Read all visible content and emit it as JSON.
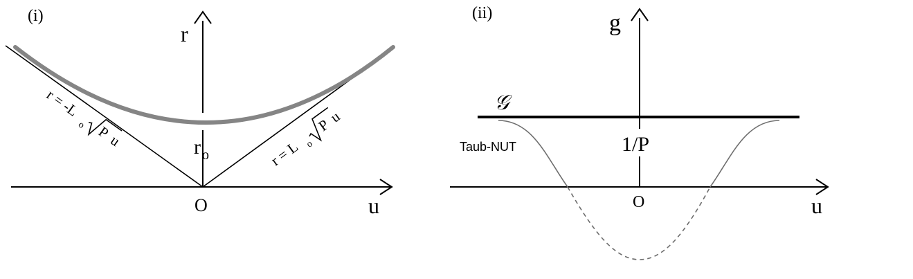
{
  "panel_i": {
    "label": "(i)",
    "axis_x_label": "u",
    "axis_y_label": "r",
    "origin_label": "O",
    "r0_label_main": "r",
    "r0_label_sub": "o",
    "left_line_label": {
      "prefix": "r = -L",
      "sub": "o",
      "inside_root": "P",
      "after_root": " u"
    },
    "right_line_label": {
      "prefix": "r = L",
      "sub": "o",
      "inside_root": "P",
      "after_root": " u"
    },
    "colors": {
      "axes": "#000000",
      "curve": "#858585"
    }
  },
  "panel_ii": {
    "label": "(ii)",
    "axis_x_label": "u",
    "axis_y_label": "g",
    "origin_label": "O",
    "horizontal_line_label": "𝒢",
    "level_label": "1/P",
    "curve_label": "Taub-NUT",
    "colors": {
      "axes": "#000000",
      "curve": "#6e6e6e"
    }
  }
}
